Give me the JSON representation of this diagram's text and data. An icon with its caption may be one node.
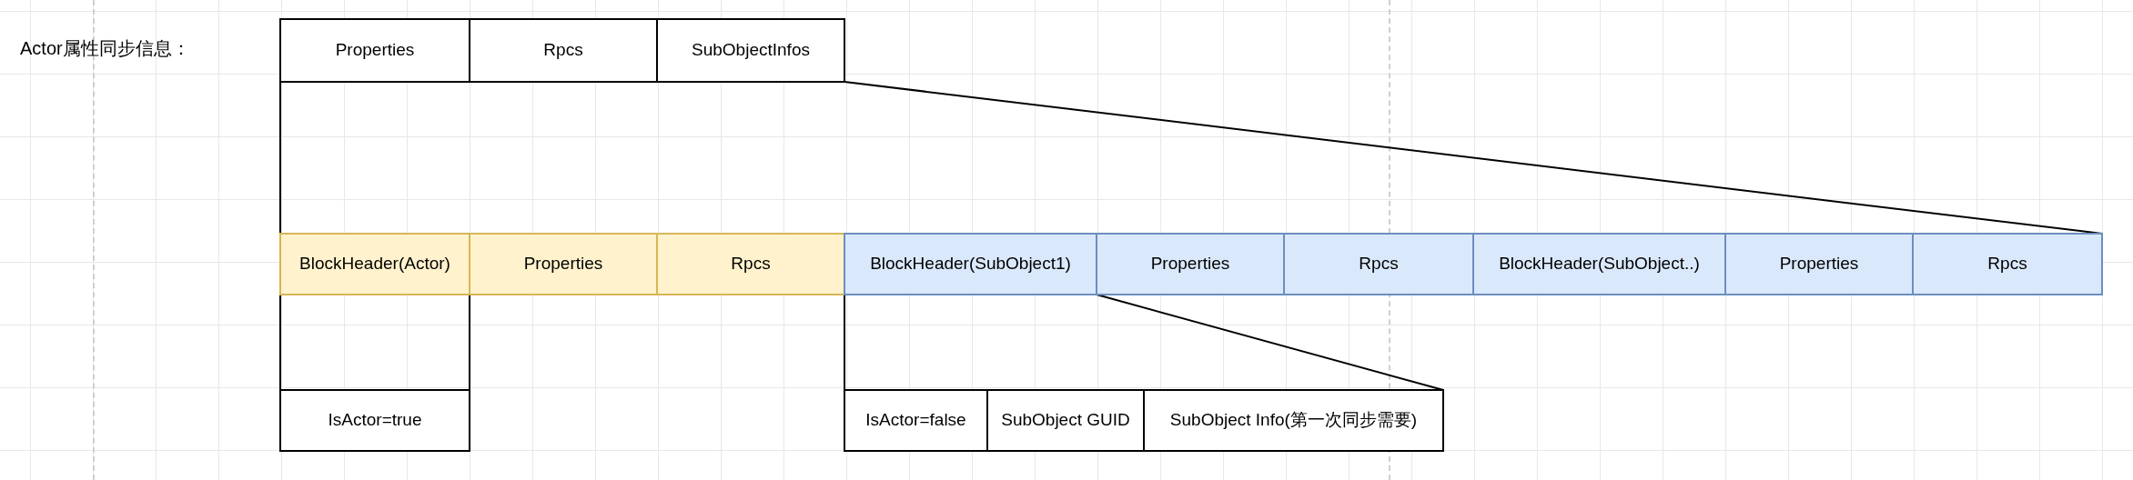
{
  "diagram": {
    "nodes": [
      {
        "text": [
          "Properties"
        ]
      },
      {
        "text": [
          "Rpcs"
        ]
      },
      {
        "text": [
          "SubObjectInfos"
        ]
      },
      {
        "text": [
          "BlockHeader(Actor)"
        ]
      },
      {
        "text": [
          "Properties"
        ]
      },
      {
        "text": [
          "Rpcs"
        ]
      },
      {
        "text": [
          "BlockHeader(SubObject1)"
        ]
      },
      {
        "text": [
          "Properties"
        ]
      },
      {
        "text": [
          "Rpcs"
        ]
      },
      {
        "text": [
          "BlockHeader(SubObject..)"
        ]
      },
      {
        "text": [
          "Properties"
        ]
      },
      {
        "text": [
          "Rpcs"
        ]
      },
      {
        "text": [
          "IsActor=true"
        ]
      },
      {
        "text": [
          "IsActor=false"
        ]
      },
      {
        "text": [
          "SubObject GUID"
        ]
      },
      {
        "text": [
          "SubObject Info(第一次同步需要)"
        ]
      }
    ],
    "edges": [
      {
        "from": 0,
        "to": 3,
        "arrow": "none"
      },
      {
        "from": 2,
        "to": 11,
        "arrow": "none"
      },
      {
        "from": 3,
        "to": 12,
        "arrow": "none"
      },
      {
        "from": 3,
        "to": 12,
        "arrow": "none"
      },
      {
        "from": 6,
        "to": 13,
        "arrow": "none"
      },
      {
        "from": 6,
        "to": 15,
        "arrow": "none"
      }
    ],
    "labels": [
      "Actor属性同步信息："
    ]
  }
}
